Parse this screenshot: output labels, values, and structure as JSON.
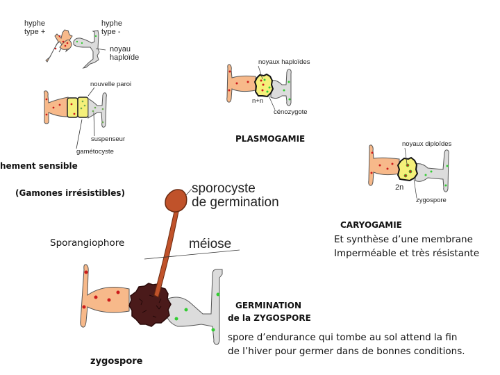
{
  "colors": {
    "hyphe_plus": "#f7b98a",
    "hyphe_minus": "#dcdcdc",
    "gametocyst": "#f5f07a",
    "nucleus_plus": "#cc1a1a",
    "nucleus_minus": "#33cc33",
    "sporocyst": "#c0522a",
    "zygospore_mature": "#4a1a1a"
  },
  "stage1": {
    "hyphe_plus": "hyphe\ntype +",
    "hyphe_minus": "hyphe\ntype -",
    "noyau": "noyau\nhaploïde"
  },
  "stage2": {
    "nouvelle_paroi": "nouvelle paroi",
    "suspenseur": "suspenseur",
    "gametocyste": "gamétocyste",
    "caption_partial": "hement sensible",
    "gamones": "(Gamones irrésistibles)"
  },
  "stage3": {
    "noyaux": "noyaux haploïdes",
    "nn": "n+n",
    "cenozygote": "cénozygote",
    "title": "PLASMOGAMIE"
  },
  "stage4": {
    "noyaux": "noyaux diploïdes",
    "twon": "2n",
    "zygospore": "zygospore",
    "title": "CARYOGAMIE",
    "desc_line1": "Et synthèse d’une membrane",
    "desc_line2": "Imperméable et très résistante"
  },
  "stage5": {
    "sporocyste": "sporocyste\nde germination",
    "meiose": "méiose",
    "sporangiophore": "Sporangiophore",
    "zygospore": "zygospore",
    "title_line1": "GERMINATION",
    "title_line2": "de la  ZYGOSPORE",
    "desc_line1": "spore d’endurance qui tombe au sol attend la fin",
    "desc_line2": "de l’hiver pour germer dans de bonnes conditions."
  }
}
